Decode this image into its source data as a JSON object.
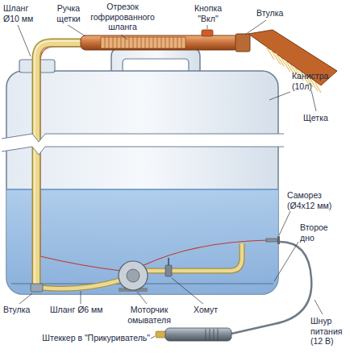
{
  "diagram": {
    "labels": [
      "Шланг Ø10 мм",
      "Ручка щетки",
      "Отрезок гофрированного шланга",
      "Кнопка \"Вкл\"",
      "Втулка",
      "Щетка",
      "Канистра (10л)",
      "Саморез (Ø4x12 мм)",
      "Второе дно",
      "Моторчик омывателя",
      "Хомут",
      "Шнур питания (12 В)",
      "Втулка",
      "Шланг Ø6 мм",
      "Штеккер в \"Прикуриватель\""
    ]
  }
}
